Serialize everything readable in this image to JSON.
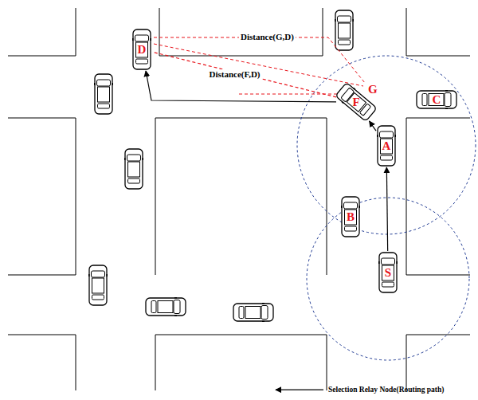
{
  "diagram": {
    "nodes": [
      {
        "text": [
          "D"
        ]
      },
      {
        "text": [
          "F"
        ]
      },
      {
        "text": [
          "A"
        ]
      },
      {
        "text": [
          "C"
        ]
      },
      {
        "text": [
          "B"
        ]
      },
      {
        "text": [
          "S"
        ]
      }
    ],
    "edges": [
      {
        "from": 5,
        "to": 2,
        "arrow": "to"
      },
      {
        "from": 2,
        "to": 1,
        "arrow": "to"
      },
      {
        "from": 1,
        "to": 0,
        "arrow": "to"
      },
      {
        "from": 1,
        "to": 0,
        "label": "Distance(F,D)",
        "arrow": "none"
      }
    ],
    "labels": [
      "G",
      "Distance(G,D)"
    ],
    "legend": [
      {
        "text": "Selection Relay Node(Routing path)"
      }
    ]
  }
}
